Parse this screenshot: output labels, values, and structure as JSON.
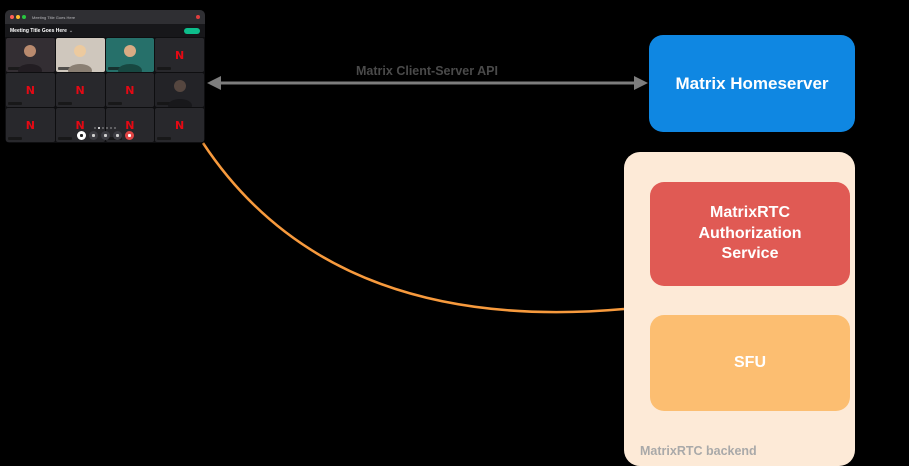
{
  "diagram": {
    "arrow_label": "Matrix Client-Server API",
    "arrow_color": "#7d7d7d",
    "arrow_label_color": "#4a4a4a",
    "connector_color": "#f79a3d",
    "homeserver": {
      "label": "Matrix Homeserver",
      "bg": "#0f87e2",
      "text_color": "#ffffff"
    },
    "backend": {
      "label": "MatrixRTC backend",
      "bg": "#fdead7",
      "label_color": "#a9a9a9",
      "services": [
        {
          "label": "MatrixRTC Authorization Service",
          "bg": "#e05a54",
          "text_color": "#ffffff"
        },
        {
          "label": "SFU",
          "bg": "#fcbe71",
          "text_color": "#ffffff"
        }
      ]
    }
  },
  "client_app": {
    "window_title": "Meeting Title Goes Here",
    "meeting_title": "Meeting Title Goes Here",
    "join_accent_color": "#0dbd8b",
    "avatar_letter": "N",
    "avatar_letter_color": "#e50914",
    "pagination_dots": 6,
    "tiles": [
      {
        "kind": "person",
        "variant": "p1"
      },
      {
        "kind": "person",
        "variant": "p2"
      },
      {
        "kind": "person",
        "variant": "p3"
      },
      {
        "kind": "n"
      },
      {
        "kind": "n"
      },
      {
        "kind": "n"
      },
      {
        "kind": "n"
      },
      {
        "kind": "person",
        "variant": "p4"
      },
      {
        "kind": "n"
      },
      {
        "kind": "n"
      },
      {
        "kind": "n"
      },
      {
        "kind": "n"
      }
    ],
    "controls": [
      {
        "name": "mic-button",
        "style": "light"
      },
      {
        "name": "camera-button",
        "style": "dark"
      },
      {
        "name": "screenshare-button",
        "style": "dark"
      },
      {
        "name": "more-options-button",
        "style": "dark"
      },
      {
        "name": "leave-call-button",
        "style": "red"
      }
    ]
  }
}
